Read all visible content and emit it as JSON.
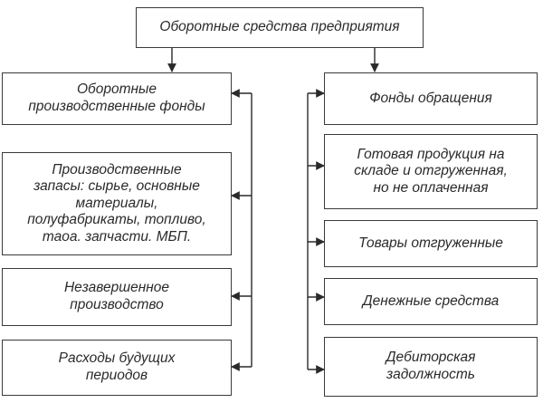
{
  "root": {
    "label": "Оборотные средства предприятия"
  },
  "left": [
    {
      "label": "Оборотные\nпроизводственные фонды"
    },
    {
      "label": "Производственные\nзапасы: сырье, основные\nматериалы,\nполуфабрикаты, топливо,\nтаоа. запчасти. МБП."
    },
    {
      "label": "Незавершенное\nпроизводство"
    },
    {
      "label": "Расходы будущих\nпериодов"
    }
  ],
  "right": [
    {
      "label": "Фонды обращения"
    },
    {
      "label": "Готовая продукция на\nскладе и отгруженная,\nно не оплаченная"
    },
    {
      "label": "Товары отгруженные"
    },
    {
      "label": "Денежные средства"
    },
    {
      "label": "Дебиторская\nзадолжность"
    }
  ]
}
